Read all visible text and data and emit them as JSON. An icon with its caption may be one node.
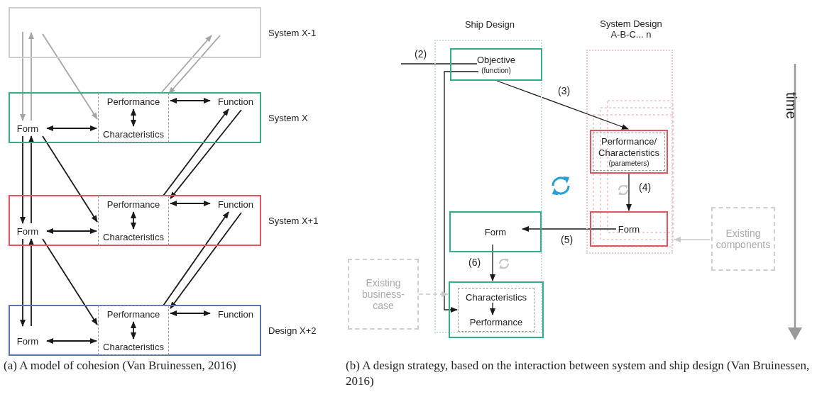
{
  "diagram": {
    "nodes": [
      {
        "text": [
          "System X-1"
        ]
      },
      {
        "text": [
          "System X"
        ]
      },
      {
        "text": [
          "Form"
        ],
        "in": 1
      },
      {
        "text": [],
        "shape": "box",
        "in": 1
      },
      {
        "text": [
          "Performance"
        ],
        "in": 3
      },
      {
        "text": [
          "Characteristics"
        ],
        "in": 3
      },
      {
        "text": [
          "Function"
        ],
        "in": 1
      },
      {
        "text": [
          "System X+1"
        ]
      },
      {
        "text": [
          "Form"
        ],
        "in": 7
      },
      {
        "text": [],
        "shape": "box",
        "in": 7
      },
      {
        "text": [
          "Performance"
        ],
        "in": 9
      },
      {
        "text": [
          "Characteristics"
        ],
        "in": 9
      },
      {
        "text": [
          "Function"
        ],
        "in": 7
      },
      {
        "text": [
          "Design X+2"
        ]
      },
      {
        "text": [
          "Form"
        ],
        "in": 13
      },
      {
        "text": [],
        "shape": "box",
        "in": 13
      },
      {
        "text": [
          "Performance"
        ],
        "in": 15
      },
      {
        "text": [
          "Characteristics"
        ],
        "in": 15
      },
      {
        "text": [
          "Function"
        ],
        "in": 13
      },
      {
        "text": [
          "Ship Design"
        ]
      },
      {
        "text": [
          "Objective",
          "(function)"
        ],
        "in": 19
      },
      {
        "text": [
          "Form"
        ],
        "in": 19
      },
      {
        "text": [],
        "shape": "box",
        "in": 19
      },
      {
        "text": [],
        "shape": "box",
        "in": 22
      },
      {
        "text": [
          "Characteristics"
        ],
        "in": 23
      },
      {
        "text": [
          "Performance"
        ],
        "in": 23
      },
      {
        "text": [
          "System Design A-B-C... n"
        ]
      },
      {
        "text": [
          "Performance/ Characteristics",
          "(parameters)"
        ],
        "in": 26
      },
      {
        "text": [
          "Form"
        ],
        "in": 26
      },
      {
        "text": [
          "Existing business-case"
        ]
      },
      {
        "text": [
          "Existing components"
        ]
      }
    ],
    "edges": [
      {
        "from": 0,
        "to": 2,
        "arrow": "to",
        "color": "#a6a6a6"
      },
      {
        "from": 2,
        "to": 0,
        "arrow": "to",
        "color": "#a6a6a6"
      },
      {
        "from": 0,
        "to": 3,
        "arrow": "to",
        "color": "#a6a6a6"
      },
      {
        "from": 3,
        "to": 0,
        "arrow": "to",
        "color": "#a6a6a6"
      },
      {
        "from": 0,
        "to": 3,
        "arrow": "to",
        "color": "#a6a6a6"
      },
      {
        "from": 2,
        "to": 3,
        "arrow": "both"
      },
      {
        "from": 4,
        "to": 5,
        "arrow": "both"
      },
      {
        "from": 3,
        "to": 6,
        "arrow": "both"
      },
      {
        "from": 2,
        "to": 8,
        "arrow": "to"
      },
      {
        "from": 8,
        "to": 2,
        "arrow": "to"
      },
      {
        "from": 2,
        "to": 9,
        "arrow": "to"
      },
      {
        "from": 9,
        "to": 6,
        "arrow": "to"
      },
      {
        "from": 6,
        "to": 9,
        "arrow": "to"
      },
      {
        "from": 8,
        "to": 9,
        "arrow": "both"
      },
      {
        "from": 10,
        "to": 11,
        "arrow": "both"
      },
      {
        "from": 9,
        "to": 12,
        "arrow": "both"
      },
      {
        "from": 8,
        "to": 14,
        "arrow": "to"
      },
      {
        "from": 14,
        "to": 8,
        "arrow": "to"
      },
      {
        "from": 8,
        "to": 15,
        "arrow": "to"
      },
      {
        "from": 15,
        "to": 12,
        "arrow": "to"
      },
      {
        "from": 12,
        "to": 15,
        "arrow": "to"
      },
      {
        "from": 14,
        "to": 15,
        "arrow": "both"
      },
      {
        "from": 16,
        "to": 17,
        "arrow": "both"
      },
      {
        "from": 15,
        "to": 18,
        "arrow": "both"
      },
      {
        "from": null,
        "to": 20,
        "arrow": "none",
        "label": "(2)"
      },
      {
        "from": 20,
        "to": 27,
        "arrow": "to",
        "label": "(3)"
      },
      {
        "from": 27,
        "to": 28,
        "arrow": "to",
        "label": "(4)"
      },
      {
        "from": 28,
        "to": 21,
        "arrow": "to",
        "label": "(5)"
      },
      {
        "from": 21,
        "to": 22,
        "arrow": "to",
        "label": "(6)"
      },
      {
        "from": 20,
        "to": 23,
        "arrow": "to"
      },
      {
        "from": 24,
        "to": 25,
        "arrow": "to"
      },
      {
        "from": 29,
        "to": 22,
        "arrow": "to",
        "style": "dashed",
        "color": "#c8c8c8"
      },
      {
        "from": 30,
        "to": 26,
        "arrow": "to",
        "color": "#c8c8c8"
      }
    ],
    "labels": [
      "time",
      "(a) A model of cohesion (Van Bruinessen, 2016)",
      "(b) A design strategy, based on the interaction between system and ship design (Van Bruinessen, 2016)"
    ]
  }
}
